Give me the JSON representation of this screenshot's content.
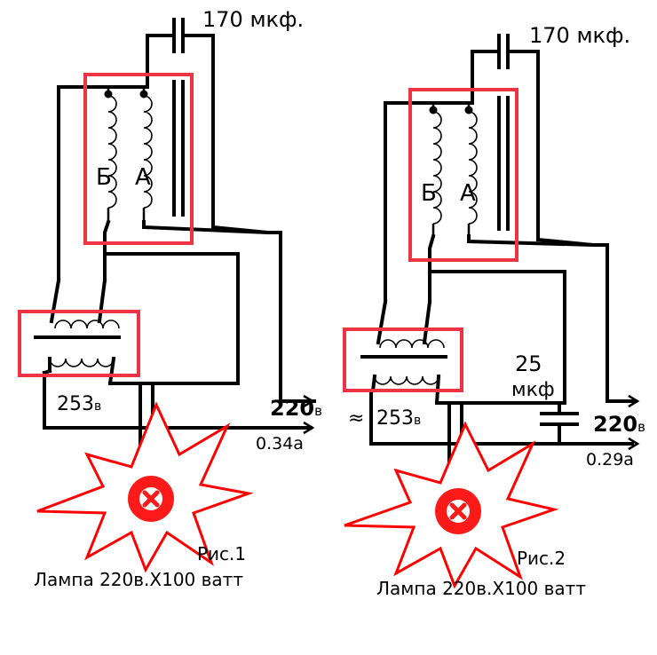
{
  "figure1": {
    "capacitor": "170 мкф.",
    "coil_b": "Б",
    "coil_a": "А",
    "voltage_transformer": "253",
    "voltage_transformer_unit": "в",
    "voltage_mains": "220",
    "voltage_mains_unit": "в",
    "current": "0.34а",
    "caption": "Рис.1",
    "lamp": "Лампа 220в.Х100 ватт"
  },
  "figure2": {
    "capacitor": "170 мкф.",
    "coil_b": "Б",
    "coil_a": "А",
    "cap2_value": "25",
    "cap2_unit": "мкф",
    "ac_symbol": "≈",
    "voltage_transformer": "253",
    "voltage_transformer_unit": "в",
    "voltage_mains": "220",
    "voltage_mains_unit": "в",
    "current": "0.29а",
    "caption": "Рис.2",
    "lamp": "Лампа 220в.Х100 ватт"
  }
}
